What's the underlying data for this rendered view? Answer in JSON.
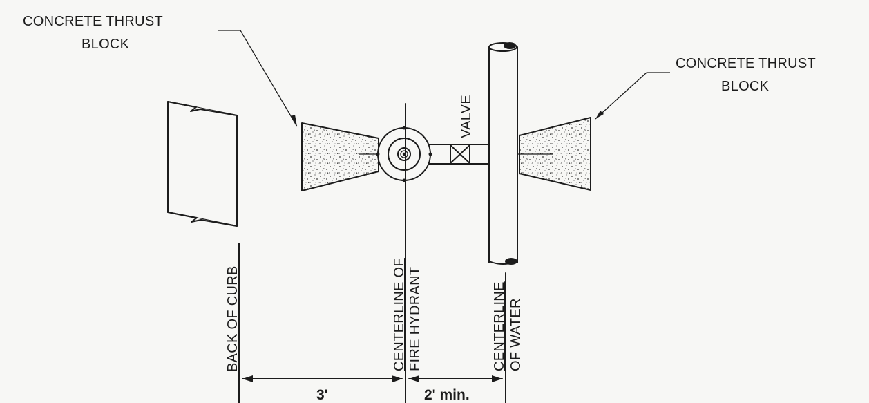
{
  "labels": {
    "thrust_block_left_line1": "CONCRETE THRUST",
    "thrust_block_left_line2": "BLOCK",
    "thrust_block_right_line1": "CONCRETE THRUST",
    "thrust_block_right_line2": "BLOCK",
    "valve": "VALVE",
    "back_of_curb": "BACK OF CURB",
    "centerline_hydrant_line1": "CENTERLINE OF",
    "centerline_hydrant_line2": "FIRE HYDRANT",
    "centerline_water_line1": "CENTERLINE",
    "centerline_water_line2": "OF WATER"
  },
  "dimensions": {
    "curb_to_hydrant": "3'",
    "hydrant_to_water": "2' min."
  },
  "colors": {
    "ink": "#1c1c1c",
    "background": "#f7f7f5"
  }
}
